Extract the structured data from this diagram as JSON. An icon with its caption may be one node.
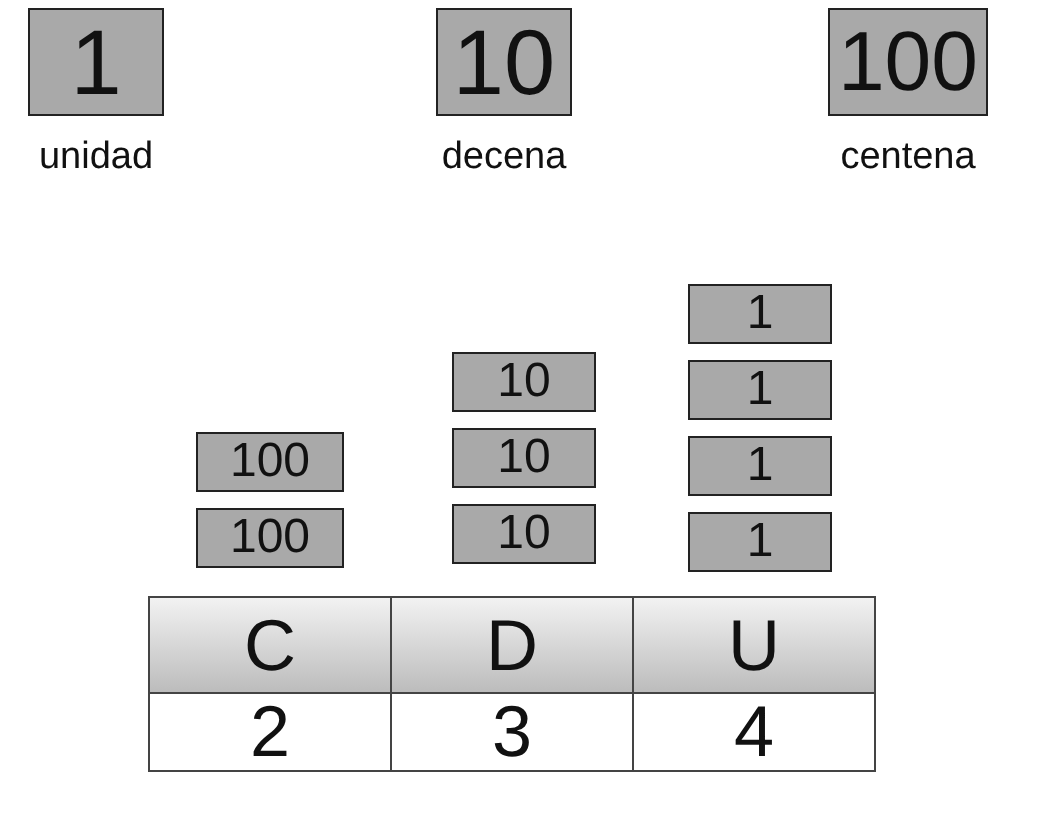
{
  "diagram": {
    "nodes": [
      {
        "text": [
          "1"
        ],
        "beside": [
          "unidad"
        ]
      },
      {
        "text": [
          "10"
        ],
        "beside": [
          "decena"
        ]
      },
      {
        "text": [
          "100"
        ],
        "beside": [
          "centena"
        ]
      },
      {
        "text": [
          "100"
        ]
      },
      {
        "text": [
          "100"
        ]
      },
      {
        "text": [
          "10"
        ]
      },
      {
        "text": [
          "10"
        ]
      },
      {
        "text": [
          "10"
        ]
      },
      {
        "text": [
          "1"
        ]
      },
      {
        "text": [
          "1"
        ]
      },
      {
        "text": [
          "1"
        ]
      },
      {
        "text": [
          "1"
        ]
      }
    ],
    "labels": [
      "C",
      "D",
      "U",
      "2",
      "3",
      "4"
    ]
  }
}
